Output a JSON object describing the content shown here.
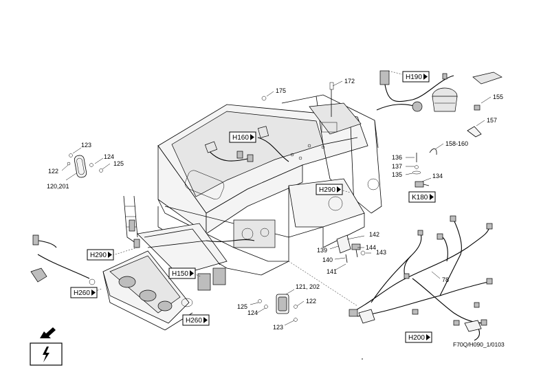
{
  "diagram": {
    "part_labels": [
      {
        "id": "p172",
        "text": "172"
      },
      {
        "id": "p175",
        "text": "175"
      },
      {
        "id": "p155",
        "text": "155"
      },
      {
        "id": "p157",
        "text": "157"
      },
      {
        "id": "p158",
        "text": "158-160"
      },
      {
        "id": "p136",
        "text": "136"
      },
      {
        "id": "p137",
        "text": "137"
      },
      {
        "id": "p135",
        "text": "135"
      },
      {
        "id": "p134",
        "text": "134"
      },
      {
        "id": "p123a",
        "text": "123"
      },
      {
        "id": "p124a",
        "text": "124"
      },
      {
        "id": "p125a",
        "text": "125"
      },
      {
        "id": "p122a",
        "text": "122"
      },
      {
        "id": "p120",
        "text": "120,201"
      },
      {
        "id": "p142",
        "text": "142"
      },
      {
        "id": "p139",
        "text": "139"
      },
      {
        "id": "p144",
        "text": "144"
      },
      {
        "id": "p140",
        "text": "140"
      },
      {
        "id": "p143",
        "text": "143"
      },
      {
        "id": "p141",
        "text": "141"
      },
      {
        "id": "p78",
        "text": "78"
      },
      {
        "id": "p121",
        "text": "121, 202"
      },
      {
        "id": "p122b",
        "text": "122"
      },
      {
        "id": "p125b",
        "text": "125"
      },
      {
        "id": "p124b",
        "text": "124"
      },
      {
        "id": "p123b",
        "text": "123"
      }
    ],
    "refs": [
      {
        "id": "r190",
        "text": "H190"
      },
      {
        "id": "r160",
        "text": "H160"
      },
      {
        "id": "r290a",
        "text": "H290"
      },
      {
        "id": "r180",
        "text": "K180"
      },
      {
        "id": "r290b",
        "text": "H290"
      },
      {
        "id": "r150",
        "text": "H150"
      },
      {
        "id": "r260a",
        "text": "H260"
      },
      {
        "id": "r260b",
        "text": "H260"
      },
      {
        "id": "r200",
        "text": "H200"
      }
    ],
    "doc_code": "F70Q/H090_1/0103"
  },
  "icons": {
    "direction": "arrow-down-left-icon",
    "electrical": "lightning-bolt-icon"
  }
}
